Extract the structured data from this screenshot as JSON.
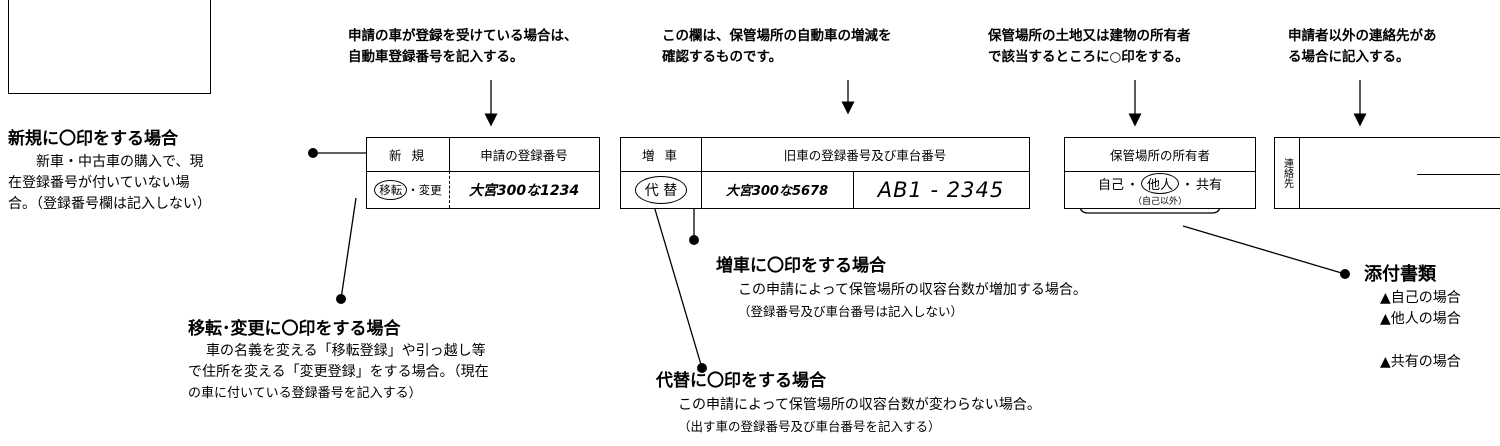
{
  "notes": {
    "reg_no": [
      "申請の車が登録を受けている場合は、",
      "自動車登録番号を記入する。"
    ],
    "increase": [
      "この欄は、保管場所の自動車の増減を",
      "確認するものです。"
    ],
    "owner": [
      "保管場所の土地又は建物の所有者",
      "で該当するところに○印をする。"
    ],
    "contact": [
      "申請者以外の連絡先があ",
      "る場合に記入する。"
    ]
  },
  "form1": {
    "new_label": "新 規",
    "reg_header": "申請の登録番号",
    "transfer_label": "移転",
    "transfer_sep": "・",
    "change_label": "変更",
    "plate": "大宮300な1234"
  },
  "form2": {
    "add_label": "増 車",
    "header": "旧車の登録番号及び車台番号",
    "replace_label": "代 替",
    "plate": "大宮300な5678",
    "chassis": "AB1 - 2345"
  },
  "form3": {
    "header": "保管場所の所有者",
    "self": "自己",
    "dot1": "・",
    "other": "他人",
    "dot2": "・",
    "shared": "共有",
    "sub": "（自己以外）"
  },
  "form4": {
    "label": "連絡先"
  },
  "sections": {
    "new": {
      "title": "新規に〇印をする場合",
      "lines": [
        "新車・中古車の購入で、現",
        "在登録番号が付いていない場",
        "合。（登録番号欄は記入しない）"
      ]
    },
    "transfer": {
      "title": "移転･変更に〇印をする場合",
      "lines": [
        "車の名義を変える「移転登録」や引っ越し等",
        "で住所を変える「変更登録」をする場合。（現在",
        "の車に付いている登録番号を記入する）"
      ]
    },
    "add": {
      "title": "増車に〇印をする場合",
      "line": "この申請によって保管場所の収容台数が増加する場合。",
      "note": "（登録番号及び車台番号は記入しない）"
    },
    "replace": {
      "title": "代替に〇印をする場合",
      "line": "この申請によって保管場所の収容台数が変わらない場合。",
      "note": "（出す車の登録番号及び車台番号を記入する）"
    },
    "attach": {
      "title": "添付書類",
      "lines": [
        "▲自己の場合",
        "▲他人の場合",
        "▲共有の場合"
      ]
    }
  }
}
